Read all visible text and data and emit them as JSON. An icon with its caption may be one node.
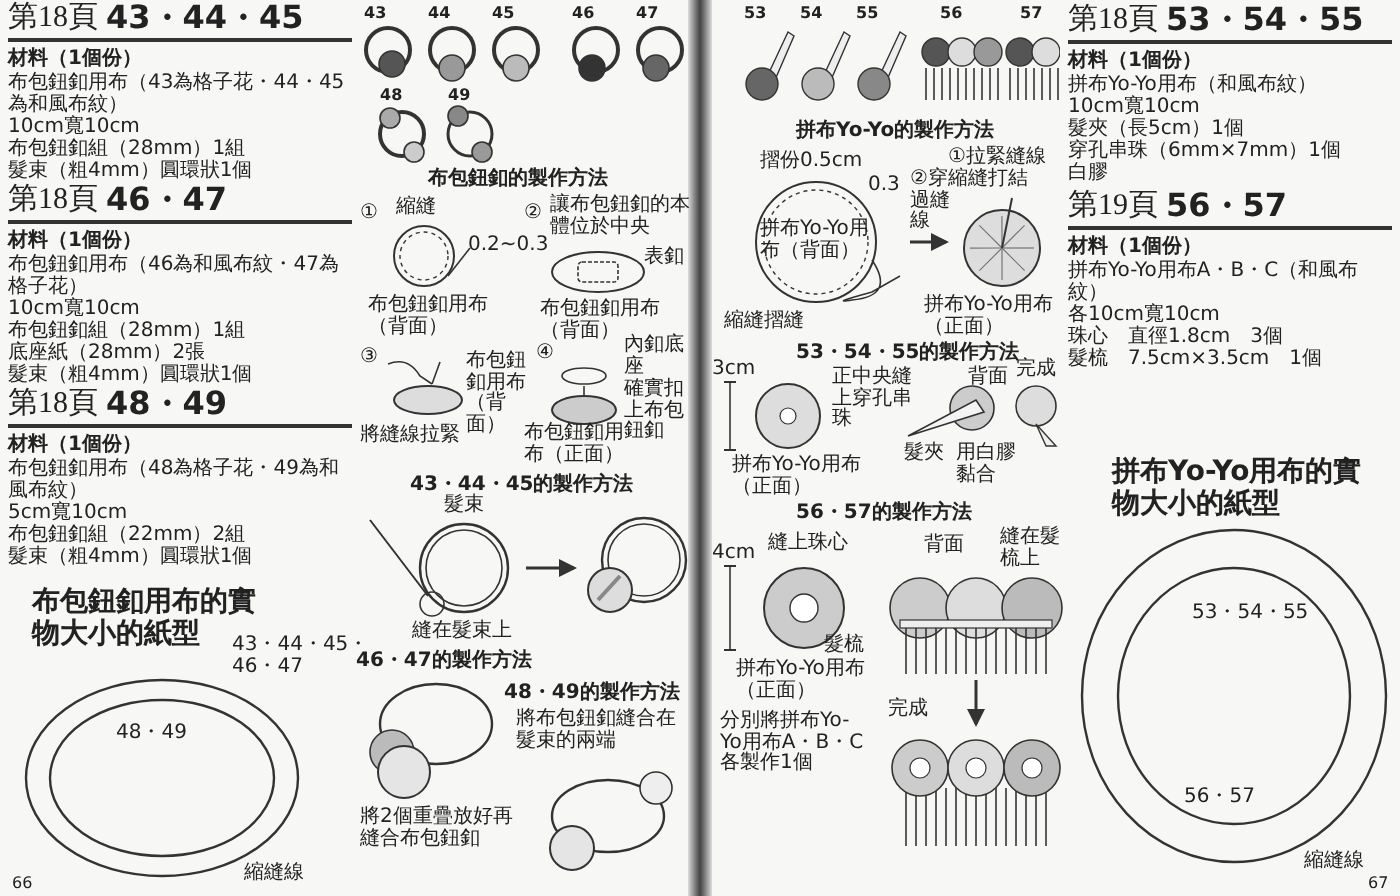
{
  "diagram": {
    "nodes": [
      {
        "text": [],
        "shape": "picture"
      },
      {
        "text": [],
        "shape": "picture"
      },
      {
        "text": [],
        "shape": "picture"
      },
      {
        "text": [],
        "shape": "picture"
      },
      {
        "text": [],
        "shape": "picture"
      },
      {
        "text": [],
        "shape": "picture"
      }
    ],
    "edges": [
      {
        "from": 0,
        "to": 1,
        "arrow": "to"
      },
      {
        "from": 2,
        "to": 3,
        "arrow": "to"
      },
      {
        "from": 4,
        "to": 5,
        "arrow": "to"
      }
    ],
    "labels": [
      "第18頁",
      "43・44・45",
      "材料（1個份）",
      "布包鈕釦用布（43為格子花・44・45為和風布紋）",
      "10cm寬10cm",
      "布包鈕釦組（28mm）1組",
      "髮束（粗4mm）圓環狀1個",
      "第18頁",
      "46・47",
      "材料（1個份）",
      "布包鈕釦用布（46為和風布紋・47為格子花）",
      "10cm寬10cm",
      "布包鈕釦組（28mm）1組",
      "底座紙（28mm）2張",
      "髮束（粗4mm）圓環狀1個",
      "第18頁",
      "48・49",
      "材料（1個份）",
      "布包鈕釦用布（48為格子花・49為和風布紋）",
      "5cm寬10cm",
      "布包鈕釦組（22mm）2組",
      "髮束（粗4mm）圓環狀1個",
      "43",
      "44",
      "45",
      "46",
      "47",
      "48",
      "49",
      "布包鈕釦的製作方法",
      "①",
      "縮縫",
      "0.2~0.3",
      "布包鈕釦用布（背面）",
      "②",
      "讓布包鈕釦的本體位於中央",
      "表釦",
      "布包鈕釦用布（背面）",
      "③",
      "布包鈕釦用布（背面）",
      "將縫線拉緊",
      "④",
      "內釦底座",
      "確實扣上布包鈕釦",
      "布包鈕釦用布（正面）",
      "43・44・45的製作方法",
      "髮束",
      "縫在髮束上",
      "46・47的製作方法",
      "將2個重疊放好再縫合布包鈕釦",
      "48・49的製作方法",
      "將布包鈕釦縫合在髮束的兩端",
      "布包鈕釦用布的實物大小的紙型",
      "43・44・45・46・47",
      "48・49",
      "縮縫線",
      "66",
      "53",
      "54",
      "55",
      "56",
      "57",
      "第18頁",
      "53・54・55",
      "材料（1個份）",
      "拼布Yo-Yo用布（和風布紋）",
      "10cm寬10cm",
      "髮夾（長5cm）1個",
      "穿孔串珠（6mm×7mm）1個",
      "白膠",
      "第19頁",
      "56・57",
      "材料（1個份）",
      "拼布Yo-Yo用布A・B・C（和風布紋）",
      "各10cm寬10cm",
      "珠心　直徑1.8cm　3個",
      "髮梳　7.5cm×3.5cm　1個",
      "拼布Yo-Yo的製作方法",
      "摺份0.5cm",
      "0.3",
      "拼布Yo-Yo用布（背面）",
      "縮縫摺縫",
      "①拉緊縫線縮縫打結",
      "②穿過縫線",
      "拼布Yo-Yo用布（正面）",
      "53・54・55的製作方法",
      "3cm",
      "正中央縫上穿孔串珠",
      "拼布Yo-Yo用布（正面）",
      "背面",
      "用白膠黏合",
      "髮夾",
      "完成",
      "56・57的製作方法",
      "4cm",
      "縫上珠心",
      "拼布Yo-Yo用布（正面）",
      "分別將拼布Yo-Yo用布A・B・C各製作1個",
      "背面",
      "縫在髮梳上",
      "髮梳",
      "完成",
      "拼布Yo-Yo用布的實物大小的紙型",
      "53・54・55",
      "56・57",
      "縮縫線",
      "67"
    ]
  }
}
